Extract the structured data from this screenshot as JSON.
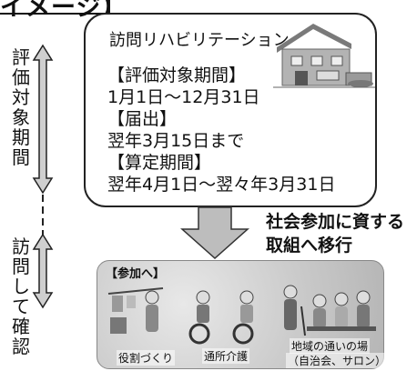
{
  "header_fragment": "イメージ】",
  "left_labels": {
    "evaluation": [
      "評",
      "価",
      "対",
      "象",
      "期",
      "間"
    ],
    "visit": [
      "訪",
      "問",
      "し",
      "て",
      "確",
      "認"
    ]
  },
  "box": {
    "title": "訪問リハビリテーション",
    "lines": [
      "【評価対象期間】",
      "1月1日～12月31日",
      "【届出】",
      "翌年3月15日まで",
      "【算定期間】",
      "翌年4月1日～翌々年3月31日"
    ]
  },
  "caption": [
    "社会参加に資する",
    "取組へ移行"
  ],
  "panel": {
    "tag": "【参加へ】",
    "captions": [
      "役割づくり",
      "通所介護",
      "地域の通いの場",
      "（自治会、サロン）"
    ]
  },
  "icons": {
    "house": "house-icon",
    "arrow": "down-arrow-icon",
    "activities": [
      "hanging-laundry-icon",
      "wheelchair-users-icon",
      "community-gathering-icon"
    ]
  }
}
